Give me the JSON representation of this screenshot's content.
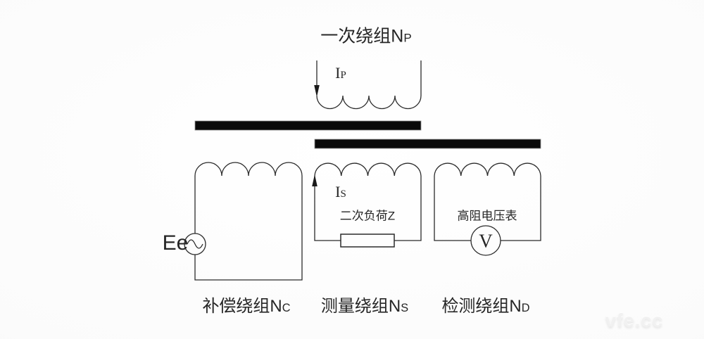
{
  "title": {
    "main": "一次绕组N",
    "sub": "P"
  },
  "currents": {
    "primary_main": "I",
    "primary_sub": "P",
    "secondary_main": "I",
    "secondary_sub": "S"
  },
  "source": {
    "label": "Ee"
  },
  "load": {
    "label": "二次负荷Z"
  },
  "meter": {
    "label": "高阻电压表",
    "symbol": "V"
  },
  "winding_labels": {
    "compensation": {
      "main": "补偿绕组N",
      "sub": "C"
    },
    "measurement": {
      "main": "测量绕组N",
      "sub": "S"
    },
    "detection": {
      "main": "检测绕组N",
      "sub": "D"
    }
  },
  "watermark": "vfe.cc",
  "colors": {
    "line": "#2b2b2b",
    "core": "#0a0a0a",
    "text": "#262626",
    "background": "#fafafa"
  }
}
